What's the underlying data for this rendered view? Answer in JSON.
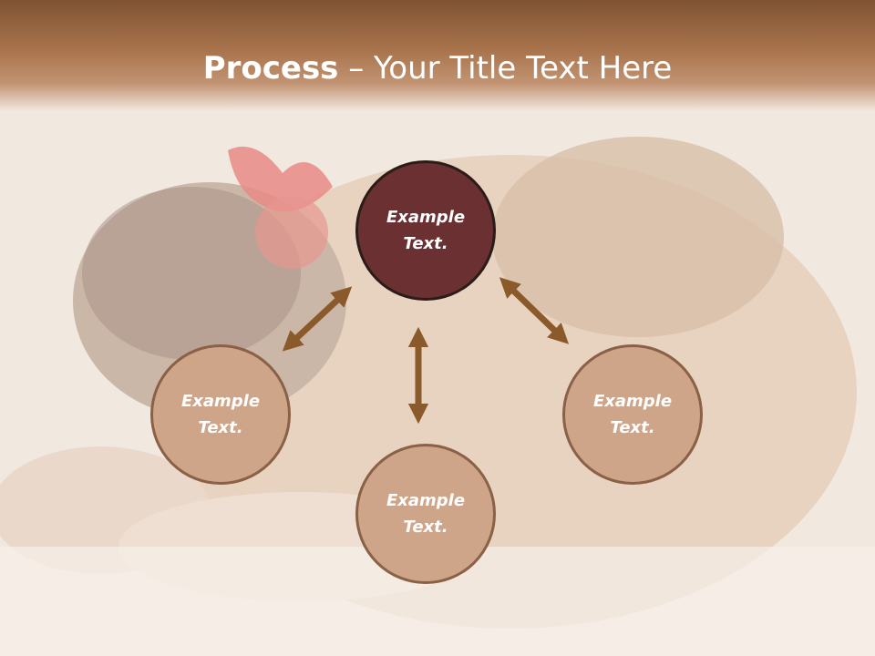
{
  "slide": {
    "title_bold": "Process",
    "title_rest": " – Your Title Text Here"
  },
  "nodes": {
    "center": {
      "line1": "Example",
      "line2": "Text."
    },
    "left": {
      "line1": "Example",
      "line2": "Text."
    },
    "right": {
      "line1": "Example",
      "line2": "Text."
    },
    "bottom": {
      "line1": "Example",
      "line2": "Text."
    }
  },
  "colors": {
    "header": "#8c5c3a",
    "center_node": "#6a3032",
    "outer_node": "#cfa589",
    "arrow": "#8b5a2b"
  }
}
